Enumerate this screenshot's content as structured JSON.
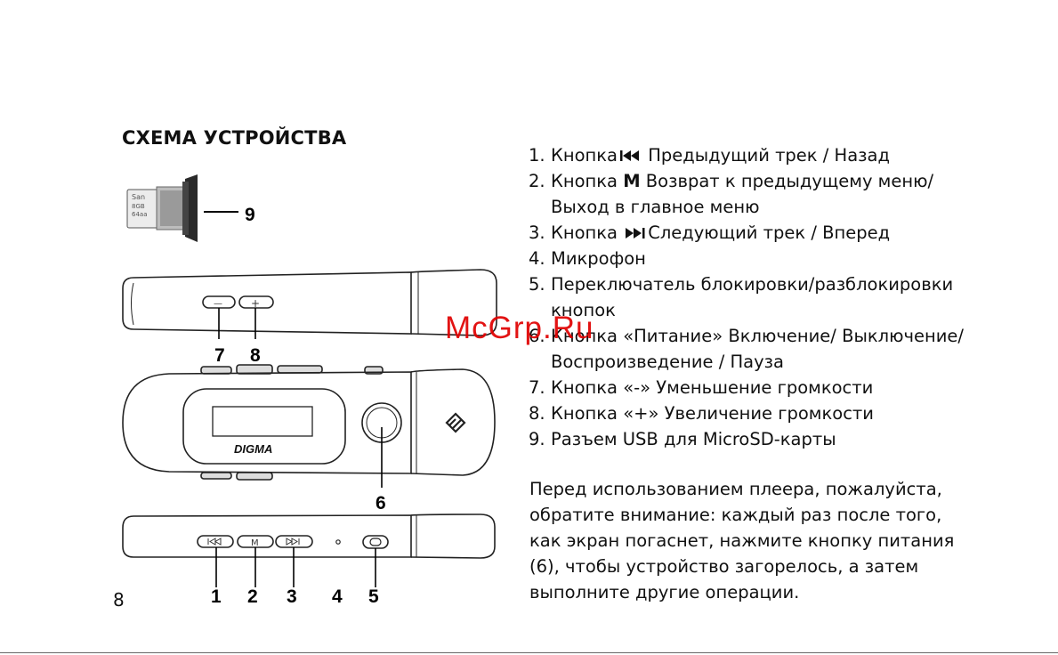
{
  "page": {
    "title": "СХЕМА УСТРОЙСТВА",
    "page_number": "8",
    "watermark": "McGrp.Ru"
  },
  "device": {
    "brand": "DIGMA",
    "card_text": "San\n8GB\n64aa"
  },
  "callouts": [
    "1",
    "2",
    "3",
    "4",
    "5",
    "6",
    "7",
    "8",
    "9"
  ],
  "buttons": {
    "minus_symbol": "—",
    "plus_symbol": "+",
    "m_symbol": "M"
  },
  "items": [
    {
      "num": "1.",
      "pre": "Кнопка",
      "icon": "prev-track-icon",
      "post": " Предыдущий трек / Назад"
    },
    {
      "num": "2.",
      "pre": "Кнопка ",
      "bold": "M",
      "post": " Возврат к предыдущему меню/"
    },
    {
      "num": "",
      "pre": "Выход в главное меню"
    },
    {
      "num": "3.",
      "pre": "Кнопка ",
      "icon": "next-track-icon",
      "post": "Следующий трек / Вперед"
    },
    {
      "num": "4.",
      "pre": "Микрофон"
    },
    {
      "num": "5.",
      "pre": "Переключатель блокировки/разблокировки"
    },
    {
      "num": "",
      "pre": "кнопок"
    },
    {
      "num": "6.",
      "pre": "Кнопка «Питание» Включение/ Выключение/"
    },
    {
      "num": "",
      "pre": "Воспроизведение / Пауза"
    },
    {
      "num": "7.",
      "pre": "Кнопка «-» Уменьшение громкости"
    },
    {
      "num": "8.",
      "pre": "Кнопка «+» Увеличение громкости"
    },
    {
      "num": "9.",
      "pre": "Разъем USB для MicroSD-карты"
    }
  ],
  "note": [
    "Перед использованием плеера, пожалуйста,",
    "обратите внимание: каждый раз после того,",
    "как экран погаснет, нажмите кнопку питания",
    "(6), чтобы устройство загорелось, а затем",
    "выполните другие операции."
  ]
}
